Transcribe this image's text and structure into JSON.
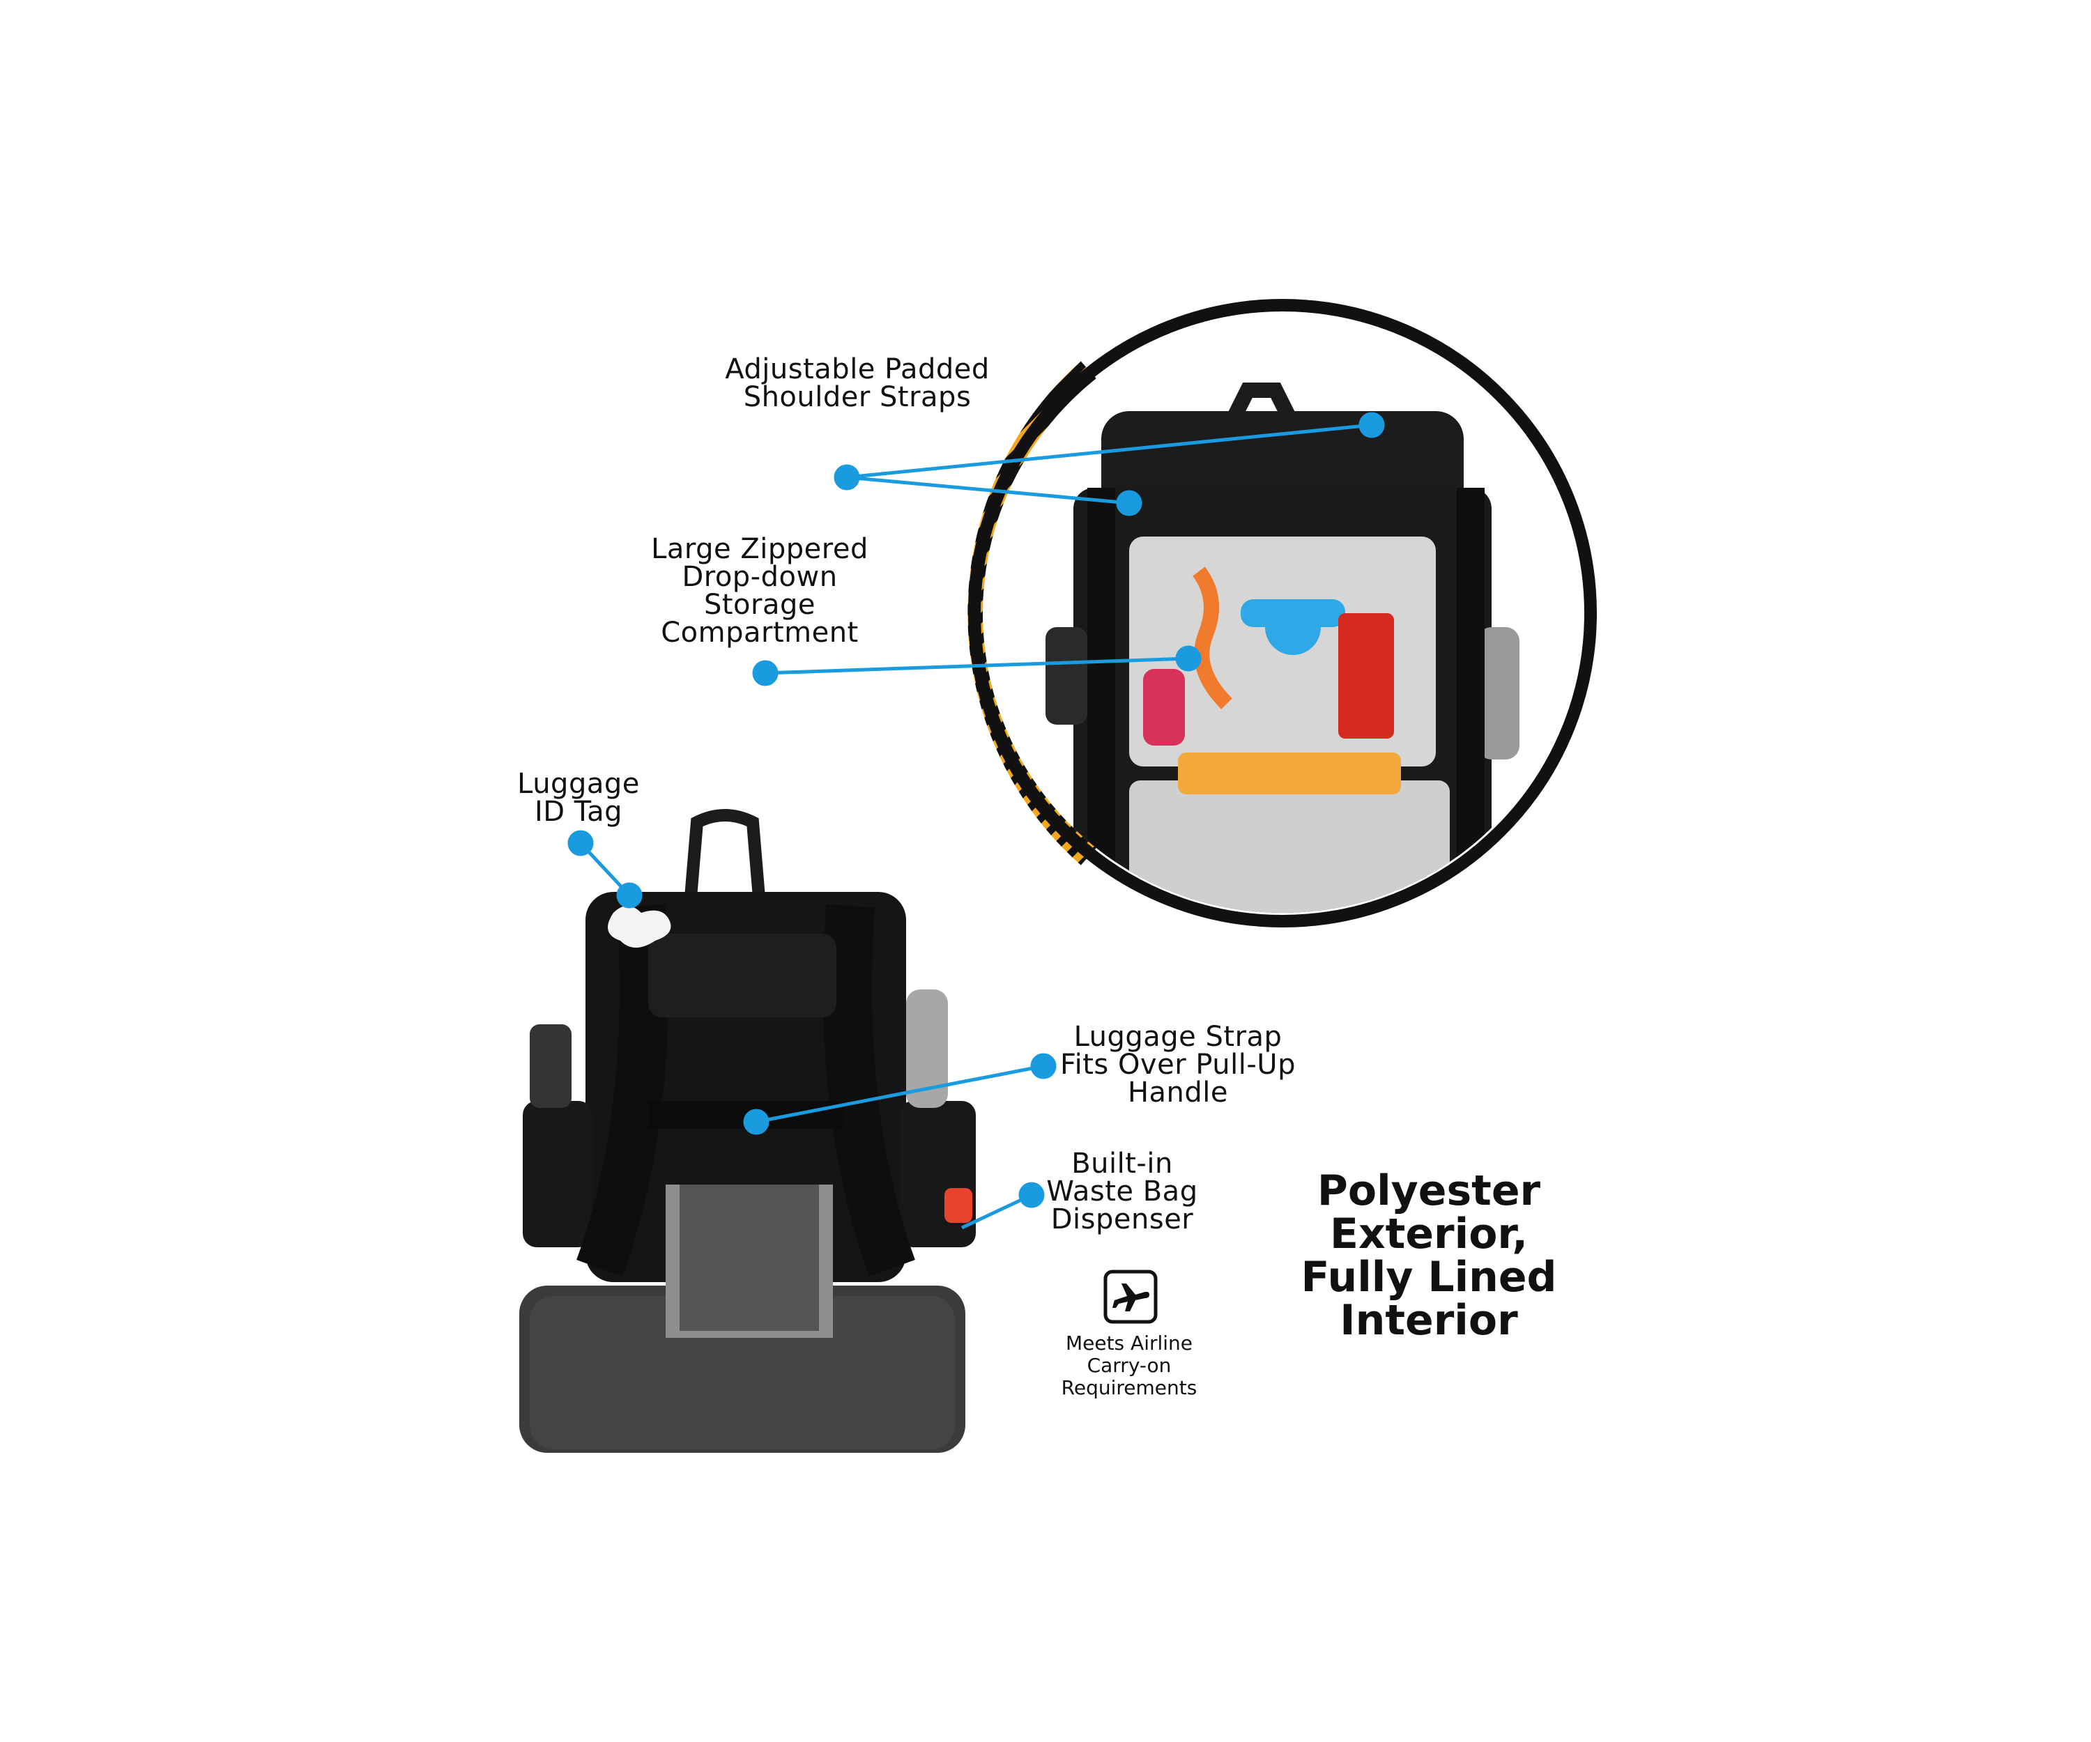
{
  "callouts": {
    "shoulder_straps": [
      "Adjustable Padded",
      "Shoulder Straps"
    ],
    "storage_compartment": [
      "Large Zippered",
      "Drop-down",
      "Storage",
      "Compartment"
    ],
    "luggage_tag": [
      "Luggage",
      "ID Tag"
    ],
    "luggage_strap": [
      "Luggage Strap",
      "Fits Over Pull-Up",
      "Handle"
    ],
    "waste_bag": [
      "Built-in",
      "Waste Bag",
      "Dispenser"
    ]
  },
  "airline": {
    "icon": "airplane-icon",
    "lines": [
      "Meets Airline",
      "Carry-on",
      "Requirements"
    ]
  },
  "headline": [
    "Polyester",
    "Exterior,",
    "Fully Lined",
    "Interior"
  ],
  "colors": {
    "callout_blue": "#1a9be0",
    "stripe_yellow": "#f2a81d",
    "ring_black": "#111111"
  }
}
